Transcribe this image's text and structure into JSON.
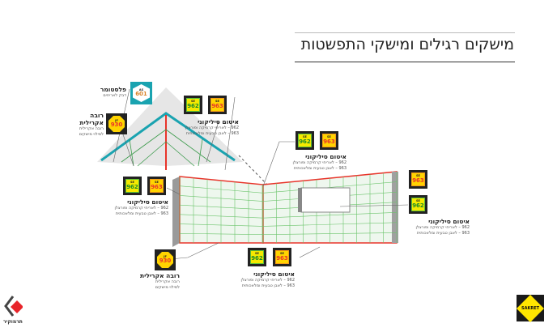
{
  "title": "מישקים רגילים ומישקי התפשטות",
  "products": {
    "plastomer": {
      "name": "פלסטומר",
      "desc": "דבק לאריחים",
      "code": "601",
      "prefix": "AS"
    },
    "acrylic": {
      "name": "רובה אקרילית",
      "desc1": "רובה אקרילית",
      "desc2": "למילוי מישקים",
      "code": "930",
      "prefix": "JF"
    },
    "silicone": {
      "name": "איטום סיליקוני",
      "line1": "962 – לאריחי קרמיקה ופורצלן",
      "line2": "963 – לאבן טבעית ומלאכותית",
      "code_a": "962",
      "code_b": "963",
      "prefix": "SE"
    }
  },
  "logos": {
    "left": "תרמוקיר",
    "right": "SAKRET"
  },
  "colors": {
    "green": "#5bc13a",
    "red": "#e8342a",
    "teal": "#1aa3b0",
    "yellow": "#ffd400"
  }
}
